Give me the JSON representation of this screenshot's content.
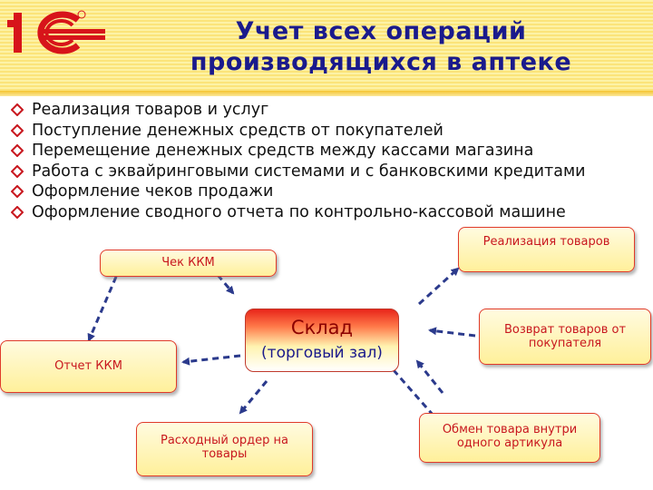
{
  "header": {
    "title_line1": "Учет всех операций",
    "title_line2": "производящихся в аптеке"
  },
  "bullets": [
    "Реализация товаров и услуг",
    "Поступление денежных средств от покупателей",
    "Перемещение денежных средств между кассами магазина",
    "Работа с эквайринговыми системами и с банковскими кредитами",
    "Оформление чеков продажи",
    "Оформление сводного отчета по контрольно-кассовой машине"
  ],
  "diagram": {
    "center_title": "Склад",
    "center_subtitle": "(торговый зал)",
    "nodes": {
      "sales": "Реализация товаров",
      "receipt": "Чек ККМ",
      "report": "Отчет ККМ",
      "return_line1": "Возврат  товаров от",
      "return_line2": "покупателя",
      "expense_line1": "Расходный ордер на",
      "expense_line2": "товары",
      "exchange_line1": "Обмен товара внутри",
      "exchange_line2": "одного артикула"
    }
  },
  "colors": {
    "title": "#1a1a8c",
    "box_text": "#c8171e",
    "box_border": "#e03a2a",
    "logo": "#d7141a",
    "arrow": "#2b3a8c"
  }
}
